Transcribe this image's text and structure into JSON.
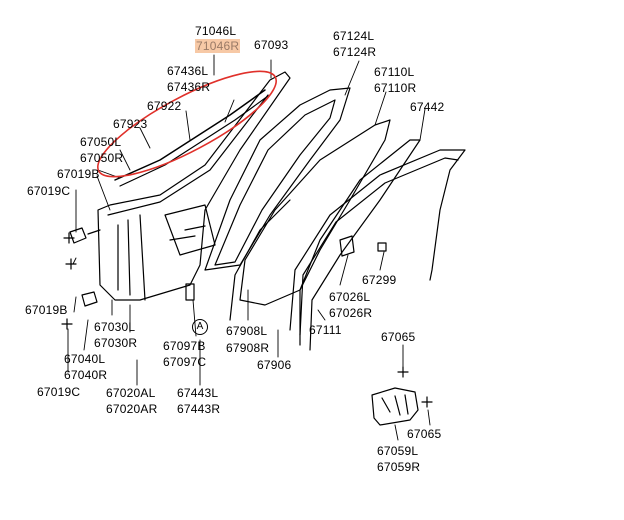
{
  "labels": {
    "p71046l": "71046L",
    "p71046r": "71046R",
    "p67093": "67093",
    "p67124l": "67124L",
    "p67124r": "67124R",
    "p67436l": "67436L",
    "p67436r": "67436R",
    "p67110l": "67110L",
    "p67110r": "67110R",
    "p67922": "67922",
    "p67442": "67442",
    "p67923": "67923",
    "p67050l": "67050L",
    "p67050r": "67050R",
    "p67019b_top": "67019B",
    "p67019c_top": "67019C",
    "p67299": "67299",
    "p67026l": "67026L",
    "p67026r": "67026R",
    "p67019b_mid": "67019B",
    "p67111": "67111",
    "p67030l": "67030L",
    "p67030r": "67030R",
    "p67097b": "67097B",
    "p67097c": "67097C",
    "p67908l": "67908L",
    "p67908r": "67908R",
    "p67040l": "67040L",
    "p67040r": "67040R",
    "p67906": "67906",
    "p67065a": "67065",
    "p67019c_bot": "67019C",
    "p67020al": "67020AL",
    "p67020ar": "67020AR",
    "p67443l": "67443L",
    "p67443r": "67443R",
    "p67065b": "67065",
    "p67059l": "67059L",
    "p67059r": "67059R",
    "circle_a": "A"
  },
  "colors": {
    "line": "#000000",
    "highlight_ellipse": "#e0302a",
    "highlight_text_bg": "#f7c9a6"
  }
}
